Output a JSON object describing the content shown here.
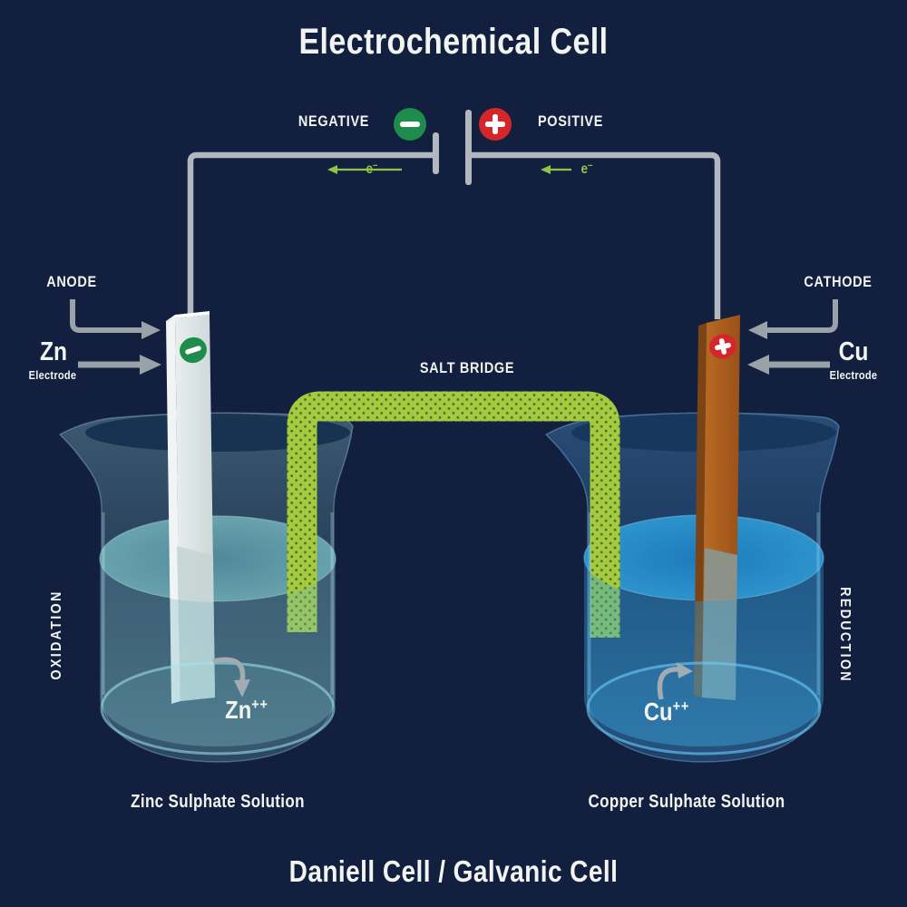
{
  "title": "Electrochemical Cell",
  "footer": "Daniell Cell / Galvanic Cell",
  "salt_bridge_label": "SALT BRIDGE",
  "battery": {
    "negative_label": "NEGATIVE",
    "positive_label": "POSITIVE",
    "electron_base": "e",
    "electron_sup": "−"
  },
  "left_cell": {
    "role_label": "ANODE",
    "metal_symbol": "Zn",
    "electrode_word": "Electrode",
    "process_label": "OXIDATION",
    "ion_symbol": "Zn",
    "ion_charge": "++",
    "solution_label": "Zinc Sulphate Solution"
  },
  "right_cell": {
    "role_label": "CATHODE",
    "metal_symbol": "Cu",
    "electrode_word": "Electrode",
    "process_label": "REDUCTION",
    "ion_symbol": "Cu",
    "ion_charge": "++",
    "solution_label": "Copper Sulphate Solution"
  },
  "colors": {
    "background": "#121f3e",
    "text": "#f2f4f1",
    "wire": "#b3b8bf",
    "pointer_arrow": "#9aa2a9",
    "ion_arrow": "#a2abb0",
    "negative_badge": "#1d8c4c",
    "positive_badge": "#d5262c",
    "bridge_green": "#a4cb3e",
    "electron_green": "#8fc34a",
    "zinc_electrode": "#dde3e4",
    "copper_electrode": "#ad6023",
    "left_solution": "#6fb0b8",
    "right_solution": "#2a94d2"
  }
}
